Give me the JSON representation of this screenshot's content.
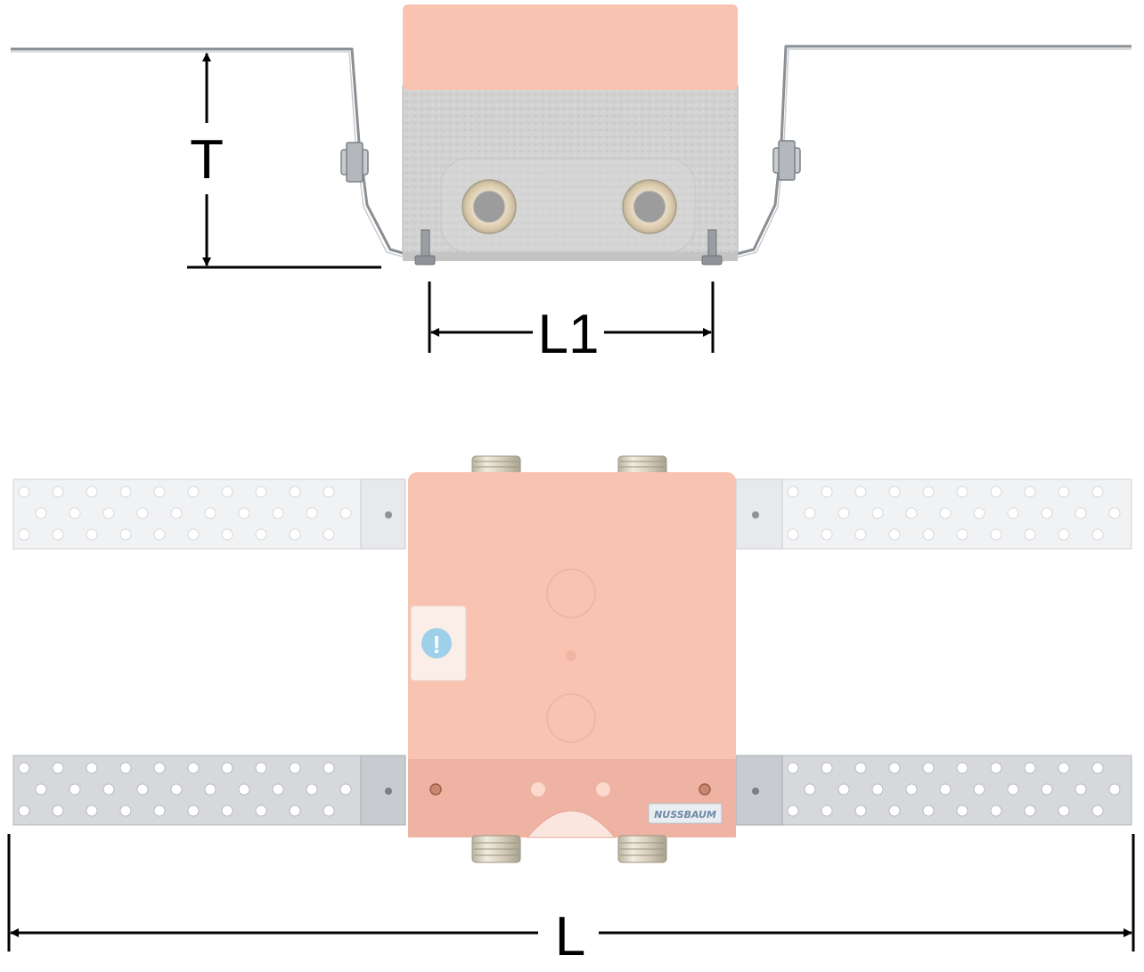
{
  "dimensions": {
    "depth_label": "T",
    "spacing_label": "L1",
    "length_label": "L"
  },
  "product": {
    "brand": "NUSSBAUM",
    "notice_symbol": "!"
  },
  "colors": {
    "cover_salmon": "#f8c3b1",
    "foam_gray": "#cccccc",
    "steel_light": "#e2e4e6",
    "steel_mid": "#d3d5d8",
    "label_blue": "#9fd0ea",
    "line_black": "#000000"
  },
  "icons": {
    "notice": "info-sticker-icon",
    "fitting": "threaded-connection-icon"
  }
}
